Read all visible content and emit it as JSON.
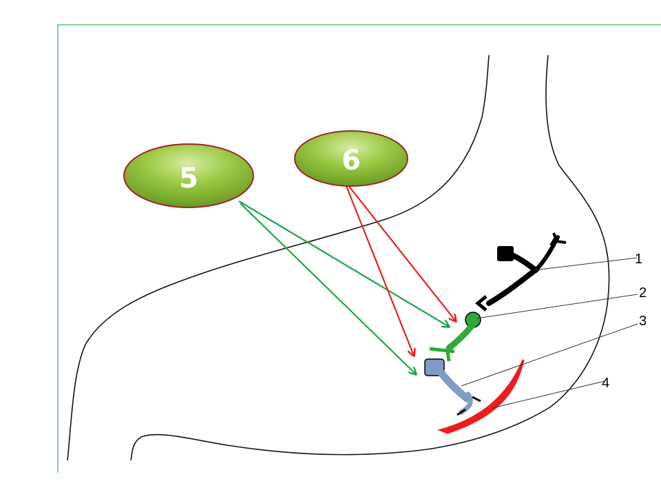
{
  "bubbles": [
    {
      "id": "5",
      "label": "5"
    },
    {
      "id": "6",
      "label": "6"
    }
  ],
  "numbered_labels": [
    "1",
    "2",
    "3",
    "4"
  ],
  "colors": {
    "frame": "#7fd3a2",
    "bubble_fill": "#8dc63f",
    "bubble_stroke": "#a0222a",
    "arrow_green": "#1aa64a",
    "arrow_red": "#e8201f",
    "neuron_black": "#000000",
    "neuron_green": "#2faa3a",
    "neuron_blue": "#7f9cc4",
    "muscle_red": "#ee1c1c"
  }
}
